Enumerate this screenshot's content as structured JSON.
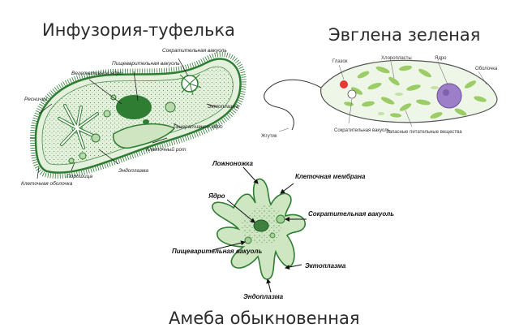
{
  "titles": {
    "paramecium": "Инфузория-туфелька",
    "euglena": "Эвглена зеленая",
    "amoeba": "Амеба обыкновенная"
  },
  "paramecium_labels": {
    "cytostome_vac": "Пищеварительная вакуоль",
    "contractile_vac": "Сократительная вакуоль",
    "veg_nucleus": "Вегетативное ядро",
    "cilia": "Реснички",
    "ectoplasm": "Эктоплазма",
    "gen_nucleus": "Генеративное ядро",
    "cell_mouth": "Клеточный рот",
    "endoplasm": "Эндоплазма",
    "membrane": "Клеточная оболочка",
    "powder": "Порошица"
  },
  "euglena_labels": {
    "eyespot": "Глазок",
    "chloroplasts": "Хлоропласты",
    "nucleus": "Ядро",
    "shell": "Оболочка",
    "flagellum": "Жгутик",
    "contractile_vac": "Сократительная вакуоль",
    "reserve": "Запасные питательные вещества"
  },
  "amoeba_labels": {
    "pseudopod": "Ложноножка",
    "membrane": "Клеточная мембрана",
    "nucleus": "Ядро",
    "contractile_vac": "Сократительная вакуоль",
    "digestive_vac": "Пищеварительная вакуоль",
    "ectoplasm": "Эктоплазма",
    "endoplasm": "Эндоплазма"
  },
  "colors": {
    "green_dark": "#2e7d32",
    "green_fill": "#d8ecd0",
    "chloroplast": "#9ccc65",
    "nucleus_purple": "#9c7fc7",
    "eyespot": "#e53935"
  }
}
